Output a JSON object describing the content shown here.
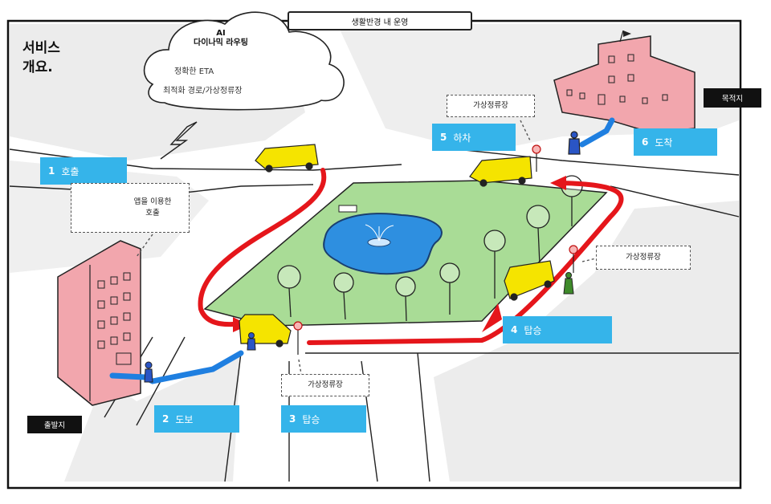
{
  "header": {
    "label": "생활반경 내 운영"
  },
  "title": "서비스\n개요.",
  "cloud": {
    "title_line1": "AI",
    "title_line2": "다이나믹 라우팅",
    "line1": "정확한 ETA",
    "line2": "최적화 경로/가상정류장"
  },
  "steps": [
    {
      "num": "1",
      "label": "호출"
    },
    {
      "num": "2",
      "label": "도보"
    },
    {
      "num": "3",
      "label": "탑승"
    },
    {
      "num": "4",
      "label": "탑승"
    },
    {
      "num": "5",
      "label": "하차"
    },
    {
      "num": "6",
      "label": "도착"
    }
  ],
  "callouts": {
    "app_call": "앱을 이용한\n호출",
    "stop_bottom": "가상정류장",
    "stop_right": "가상정류장",
    "stop_top": "가상정류장"
  },
  "places": {
    "origin": "출발지",
    "destination": "목적지"
  },
  "colors": {
    "step_blue": "#35b4ea",
    "route_red": "#e5161b",
    "walk_blue": "#1f7fe0",
    "park_green": "#a9dc96",
    "pond_blue": "#2e8fe0",
    "building_pink": "#f2a6ad",
    "vehicle_yellow": "#f5e400"
  }
}
